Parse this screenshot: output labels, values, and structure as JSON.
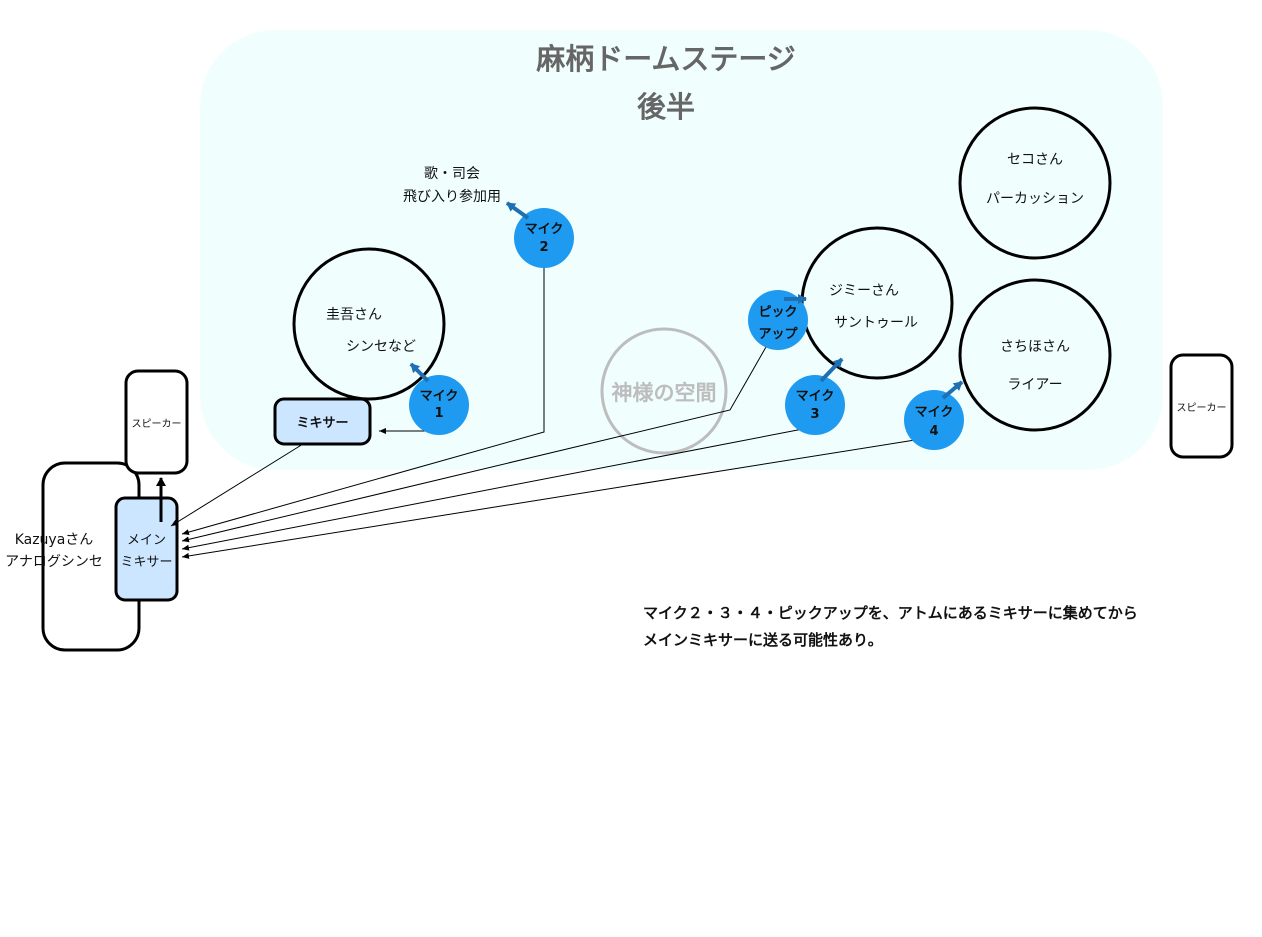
{
  "stage": {
    "title": "麻柄ドームステージ",
    "subtitle": "後半",
    "bg_color": "#f0fffd"
  },
  "mic_color": "#1e9bf0",
  "mixer_fill": "#cce6ff",
  "arrow_color": "#1f6fb3",
  "sacred_space": {
    "label": "神様の空間",
    "color": "#bdbdbd"
  },
  "vocal_label": {
    "line1": "歌・司会",
    "line2": "飛び入り参加用"
  },
  "performers": {
    "keigo": {
      "name": "圭吾さん",
      "role": "シンセなど"
    },
    "jimmy": {
      "name": "ジミーさん",
      "role": "サントゥール"
    },
    "seko": {
      "name": "セコさん",
      "role": "パーカッション"
    },
    "sachiho": {
      "name": "さちほさん",
      "role": "ライアー"
    }
  },
  "mics": [
    {
      "label": "マイク",
      "num": "1"
    },
    {
      "label": "マイク",
      "num": "2"
    },
    {
      "label": "マイク",
      "num": "3"
    },
    {
      "label": "マイク",
      "num": "4"
    }
  ],
  "pickup": {
    "line1": "ピック",
    "line2": "アップ"
  },
  "mixer": {
    "label": "ミキサー"
  },
  "main_mixer": {
    "line1": "メイン",
    "line2": "ミキサー"
  },
  "speaker_left": {
    "label": "スピーカー"
  },
  "speaker_right": {
    "label": "スピーカー"
  },
  "kazuya": {
    "name": "Kazuyaさん",
    "role": "アナログシンセ"
  },
  "note": {
    "line1": "マイク２・３・４・ピックアップを、アトムにあるミキサーに集めてから",
    "line2": "メインミキサーに送る可能性あり。"
  }
}
